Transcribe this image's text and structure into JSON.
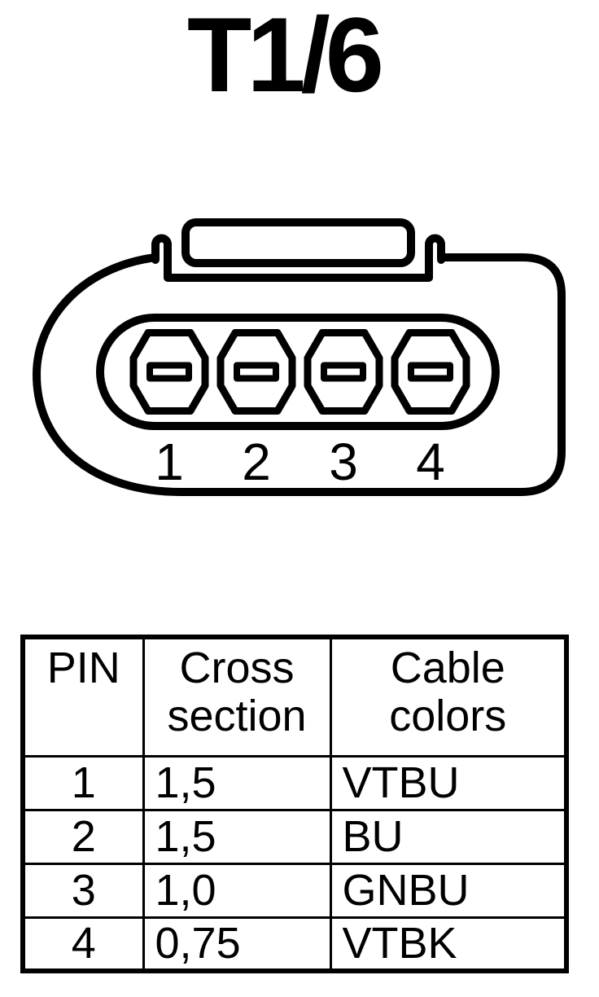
{
  "title": "T1/6",
  "connector": {
    "pin_count": 4,
    "pin_labels": [
      "1",
      "2",
      "3",
      "4"
    ]
  },
  "table": {
    "headers": [
      "PIN",
      "Cross section",
      "Cable colors"
    ],
    "rows": [
      {
        "pin": "1",
        "cross_section": "1,5",
        "cable_colors": "VTBU"
      },
      {
        "pin": "2",
        "cross_section": "1,5",
        "cable_colors": "BU"
      },
      {
        "pin": "3",
        "cross_section": "1,0",
        "cable_colors": "GNBU"
      },
      {
        "pin": "4",
        "cross_section": "0,75",
        "cable_colors": "VTBK"
      }
    ]
  },
  "colors": {
    "line": "#000000",
    "background": "#ffffff"
  }
}
